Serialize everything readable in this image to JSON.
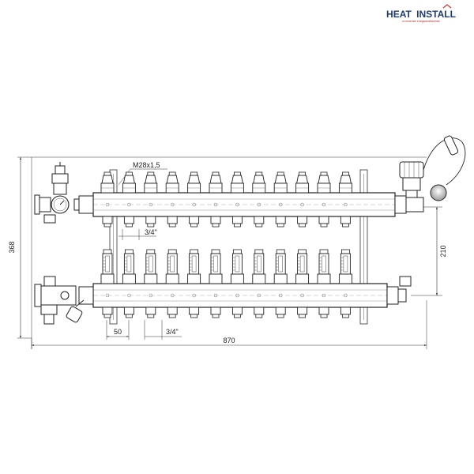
{
  "brand": {
    "word1": "HEAT",
    "word2": "INSTALL",
    "tagline": "отопление и водоснабжение",
    "color_dark": "#1f3b73",
    "color_red": "#d32f2f"
  },
  "dimensions": {
    "overall_height": "368",
    "overall_width": "870",
    "axis_distance": "210",
    "thread_upper": "M28x1,5",
    "outlet_upper": "3/4\"",
    "pitch": "50",
    "outlet_lower": "3/4\""
  },
  "manifold": {
    "outlet_count": 12
  }
}
